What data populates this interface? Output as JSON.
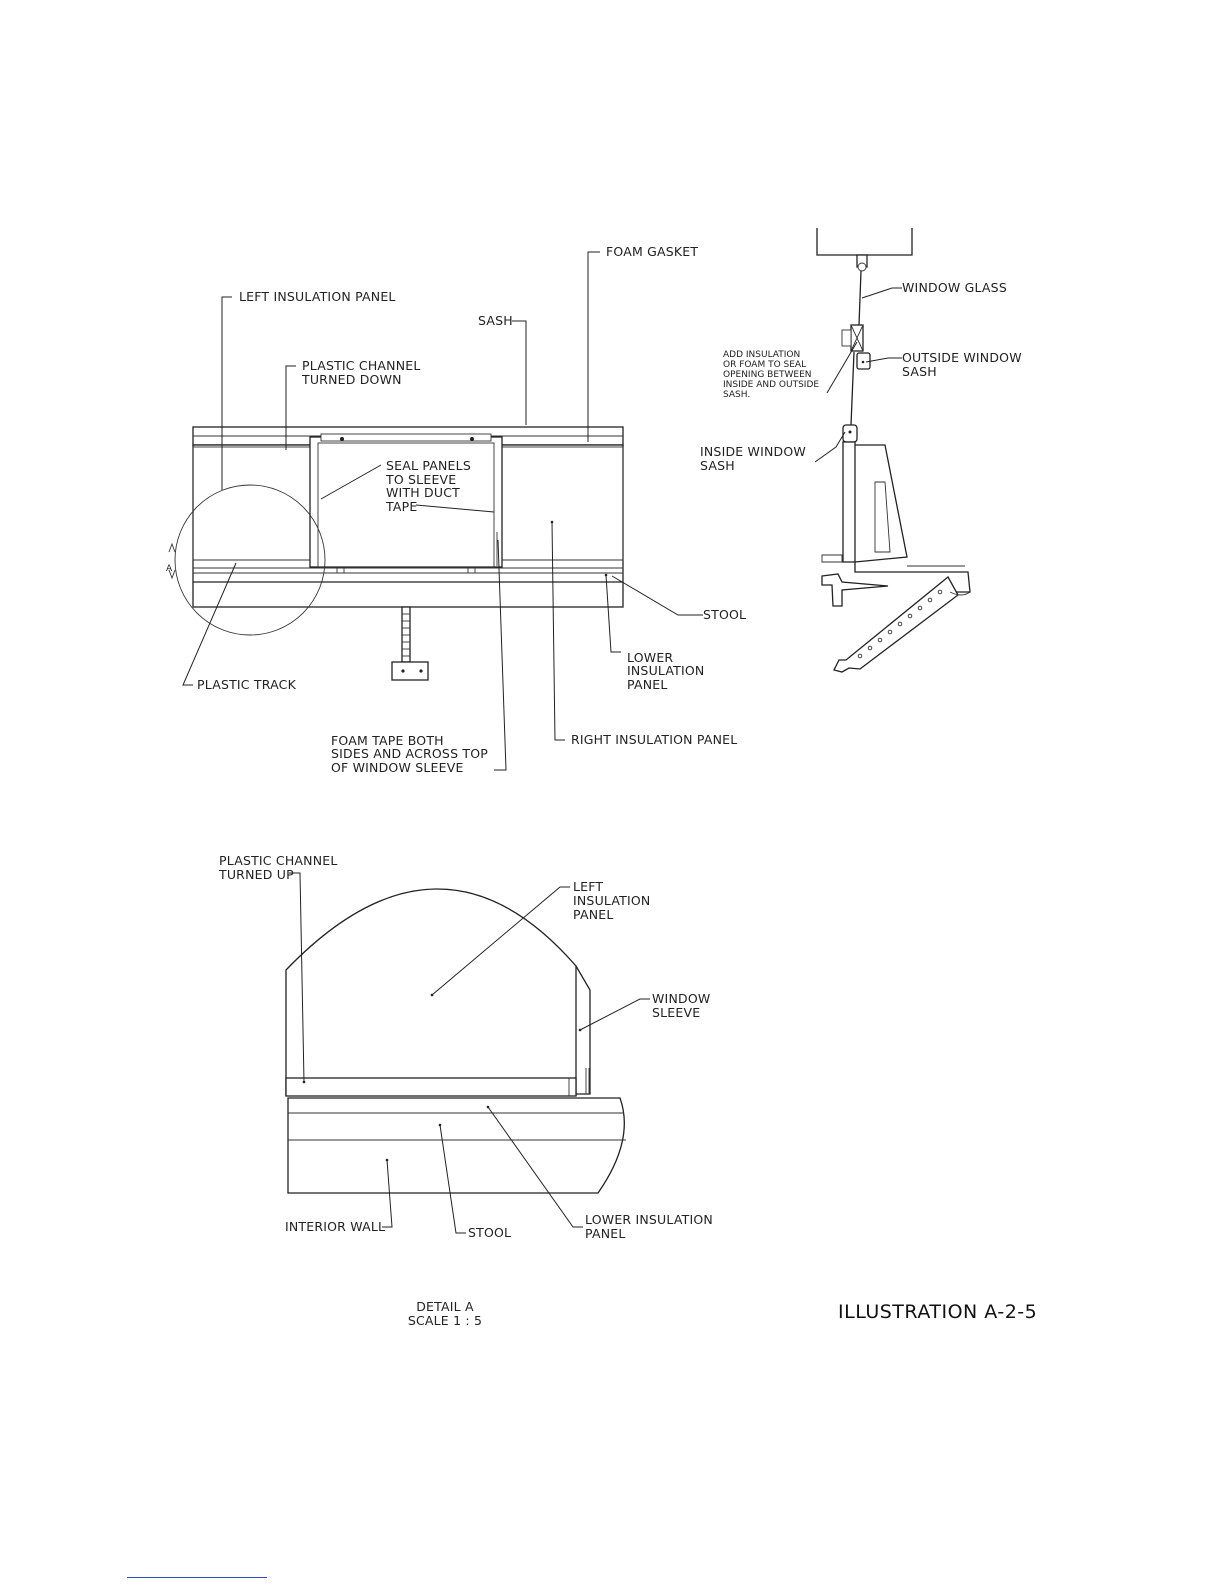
{
  "illustration_title": "ILLUSTRATION A-2-5",
  "detail": {
    "name": "DETAIL A",
    "scale": "SCALE 1 : 5",
    "marker": "A"
  },
  "front_view": {
    "labels": {
      "foam_gasket": "FOAM GASKET",
      "left_insulation_panel": "LEFT INSULATION PANEL",
      "sash": "SASH",
      "plastic_channel_down_1": "PLASTIC CHANNEL",
      "plastic_channel_down_2": "TURNED DOWN",
      "seal_panels_1": "SEAL PANELS",
      "seal_panels_2": "TO SLEEVE",
      "seal_panels_3": "WITH DUCT",
      "seal_panels_4": "TAPE",
      "plastic_track": "PLASTIC TRACK",
      "stool": "STOOL",
      "lower_insulation_1": "LOWER",
      "lower_insulation_2": "INSULATION",
      "lower_insulation_3": "PANEL",
      "foam_tape_1": "FOAM TAPE BOTH",
      "foam_tape_2": "SIDES AND ACROSS TOP",
      "foam_tape_3": "OF WINDOW SLEEVE",
      "right_insulation_panel": "RIGHT INSULATION PANEL"
    }
  },
  "side_view": {
    "labels": {
      "window_glass": "WINDOW GLASS",
      "outside_sash_1": "OUTSIDE WINDOW",
      "outside_sash_2": "SASH",
      "add_insulation_1": "ADD INSULATION",
      "add_insulation_2": "OR FOAM TO SEAL",
      "add_insulation_3": "OPENING BETWEEN",
      "add_insulation_4": "INSIDE AND OUTSIDE",
      "add_insulation_5": "SASH.",
      "inside_sash_1": "INSIDE WINDOW",
      "inside_sash_2": "SASH"
    }
  },
  "detail_view": {
    "labels": {
      "plastic_channel_up_1": "PLASTIC CHANNEL",
      "plastic_channel_up_2": "TURNED UP",
      "left_insulation_1": "LEFT",
      "left_insulation_2": "INSULATION",
      "left_insulation_3": "PANEL",
      "window_sleeve_1": "WINDOW",
      "window_sleeve_2": "SLEEVE",
      "interior_wall": "INTERIOR WALL",
      "stool": "STOOL",
      "lower_insulation_1": "LOWER INSULATION",
      "lower_insulation_2": "PANEL"
    }
  }
}
